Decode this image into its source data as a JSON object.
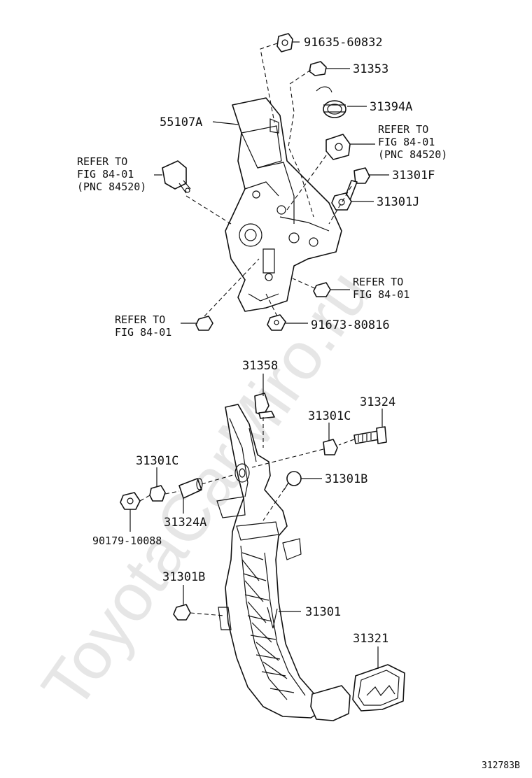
{
  "watermark": "ToyotaCarMiro.ru",
  "figure_code": "312783B",
  "labels": {
    "p91635": "91635-60832",
    "p31353": "31353",
    "p31394a": "31394A",
    "p55107a": "55107A",
    "refer_right_1": "REFER TO",
    "refer_right_2": "FIG 84-01",
    "refer_right_3": "(PNC 84520)",
    "refer_left_1": "REFER TO",
    "refer_left_2": "FIG 84-01",
    "refer_left_3": "(PNC 84520)",
    "p31301f": "31301F",
    "p31301j": "31301J",
    "refer_mid_1": "REFER TO",
    "refer_mid_2": "FIG 84-01",
    "refer_bottom_1": "REFER TO",
    "refer_bottom_2": "FIG 84-01",
    "p91673": "91673-80816",
    "p31358": "31358",
    "p31324": "31324",
    "p31301c_right": "31301C",
    "p31301c_left": "31301C",
    "p31301b_right": "31301B",
    "p31324a": "31324A",
    "p90179": "90179-10088",
    "p31301b_left": "31301B",
    "p31301": "31301",
    "p31321": "31321"
  }
}
